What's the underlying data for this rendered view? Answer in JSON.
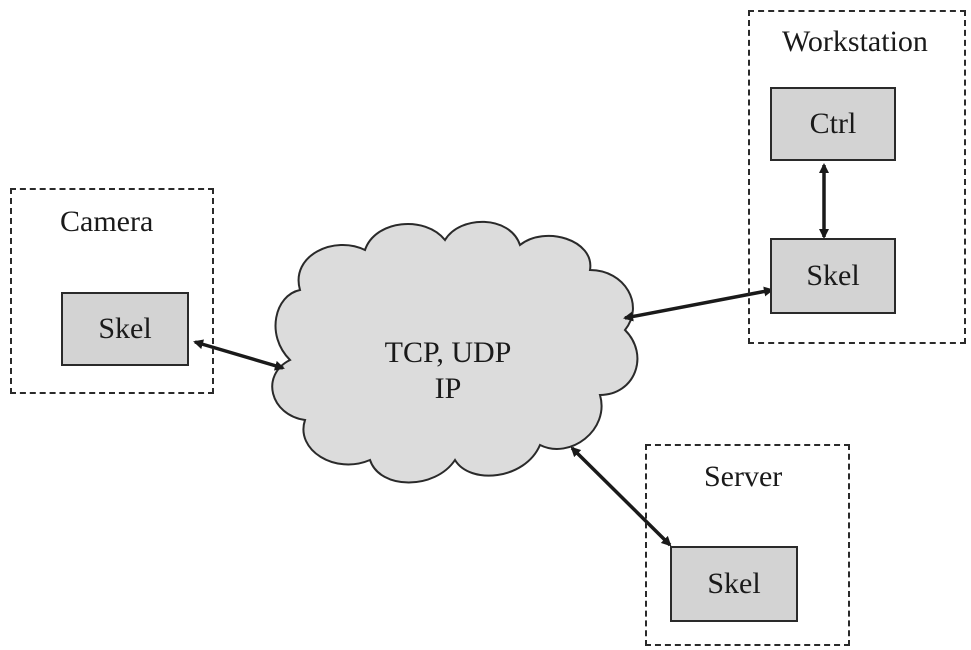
{
  "groups": {
    "camera": {
      "label": "Camera",
      "node": "Skel"
    },
    "workstation": {
      "label": "Workstation",
      "nodes": {
        "ctrl": "Ctrl",
        "skel": "Skel"
      }
    },
    "server": {
      "label": "Server",
      "node": "Skel"
    }
  },
  "network": {
    "line1": "TCP, UDP",
    "line2": "IP"
  },
  "colors": {
    "node_fill": "#d3d3d3",
    "cloud_fill": "#dcdcdc",
    "stroke": "#2a2a2a"
  }
}
